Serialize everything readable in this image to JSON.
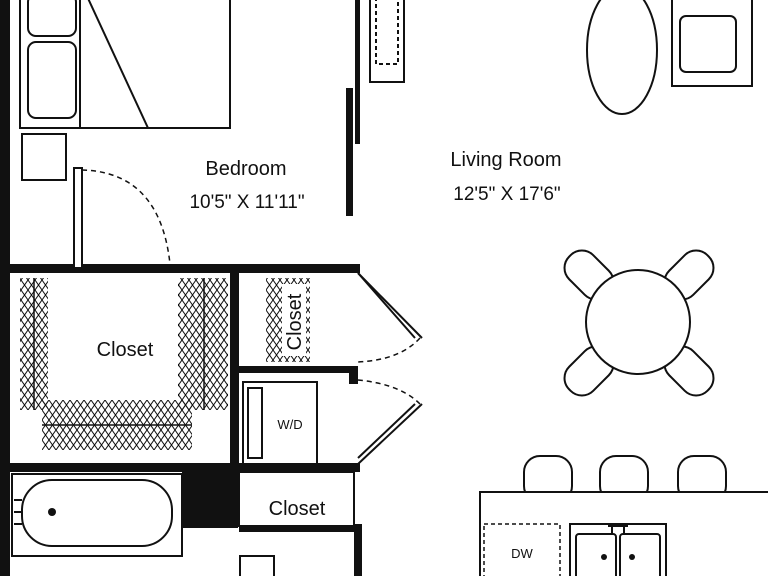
{
  "rooms": {
    "bedroom": {
      "name": "Bedroom",
      "dims": "10'5\" X 11'11\""
    },
    "living_room": {
      "name": "Living Room",
      "dims": "12'5\" X 17'6\""
    },
    "walk_in_closet": {
      "name": "Closet"
    },
    "linen_closet": {
      "name": "Closet"
    },
    "hall_closet": {
      "name": "Closet"
    }
  },
  "fixtures": {
    "washer_dryer": "W/D",
    "dishwasher": "DW"
  },
  "colors": {
    "ink": "#111111",
    "wall": "#111111",
    "background": "#ffffff"
  }
}
